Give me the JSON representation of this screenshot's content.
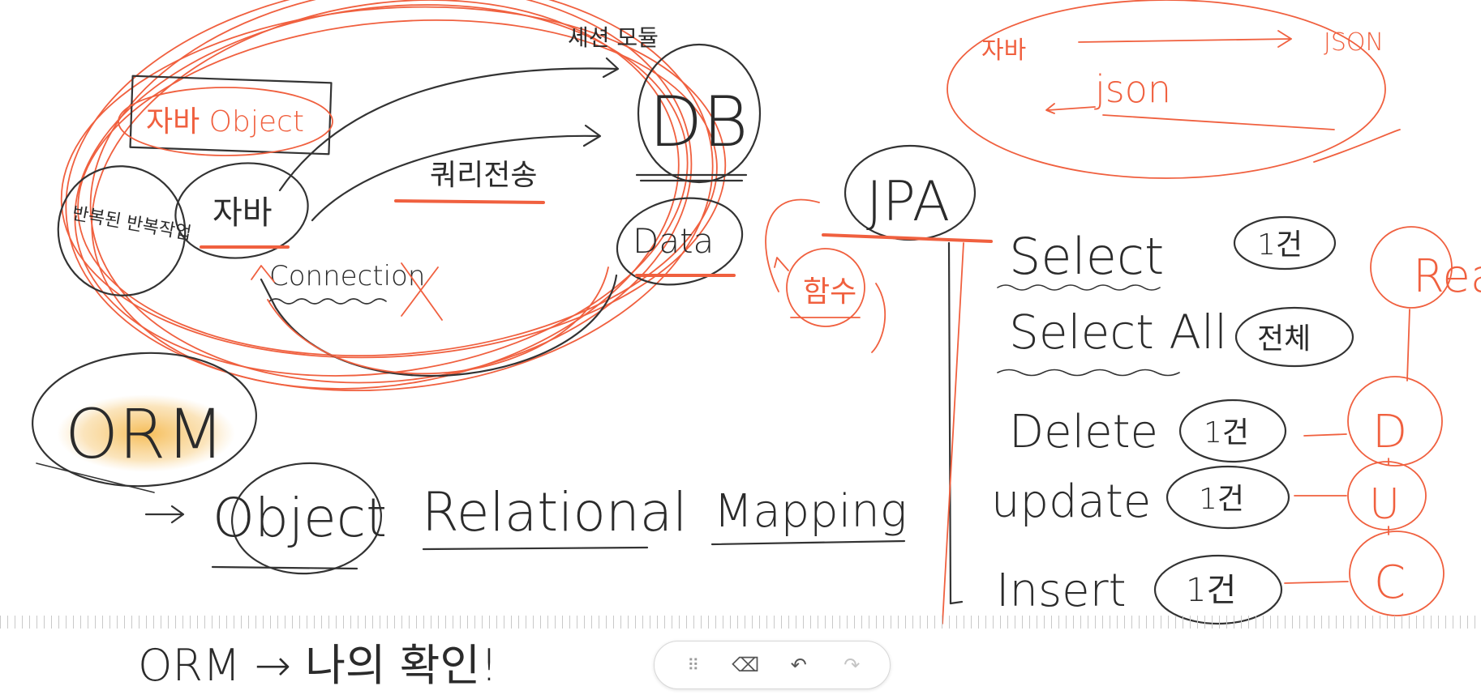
{
  "note": {
    "left_diagram": {
      "korean_object_label": "자바 Object",
      "java_node": "자바",
      "repetition_node": "반복된 반복작업",
      "connection_label": "Connection",
      "query_label": "쿼리전송",
      "session_module_label": "세션 모듈",
      "db_node": "DB",
      "data_node": "Data"
    },
    "jpa": {
      "title": "JPA",
      "function_label": "함수",
      "operations": [
        {
          "name": "Select",
          "count": "1건",
          "crud": "Read"
        },
        {
          "name": "Select All",
          "count": "전체",
          "crud": ""
        },
        {
          "name": "Delete",
          "count": "1건",
          "crud": "D"
        },
        {
          "name": "update",
          "count": "1건",
          "crud": "U"
        },
        {
          "name": "Insert",
          "count": "1건",
          "crud": "C"
        }
      ]
    },
    "json_box": {
      "left": "자바",
      "right": "JSON",
      "middle": "json"
    },
    "orm": {
      "title": "ORM",
      "object": "Object",
      "relational": "Relational",
      "mapping": "Mapping",
      "footer": "ORM → 나의 확인!"
    }
  },
  "toolbar": {
    "items": [
      {
        "icon": "drag-handle-icon",
        "glyph": "⠿"
      },
      {
        "icon": "eraser-icon",
        "glyph": "⌫"
      },
      {
        "icon": "undo-icon",
        "glyph": "↶"
      },
      {
        "icon": "redo-icon",
        "glyph": "↷"
      }
    ]
  },
  "colors": {
    "ink": "#333333",
    "red_pen": "#f0603f",
    "highlight": "#f4b23c"
  }
}
